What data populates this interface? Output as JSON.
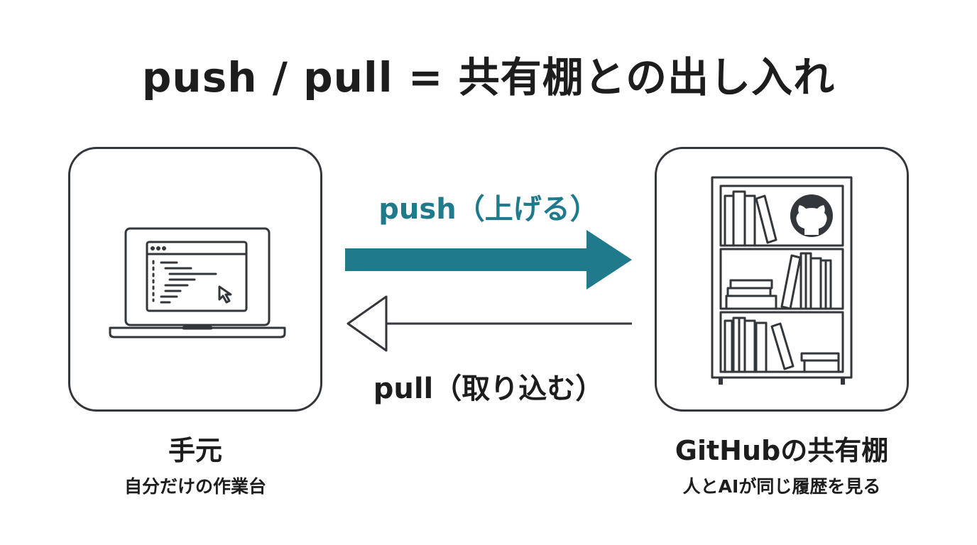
{
  "title": "push / pull = 共有棚との出し入れ",
  "push": {
    "label": "push（上げる）",
    "color": "#1f7a8c"
  },
  "pull": {
    "label": "pull（取り込む）"
  },
  "local": {
    "name": "手元",
    "description": "自分だけの作業台",
    "icon": "laptop-icon"
  },
  "remote": {
    "name": "GitHubの共有棚",
    "description": "人とAIが同じ履歴を見る",
    "icon": "bookshelf-icon"
  },
  "colors": {
    "stroke": "#33363a",
    "accent": "#1f7a8c"
  }
}
